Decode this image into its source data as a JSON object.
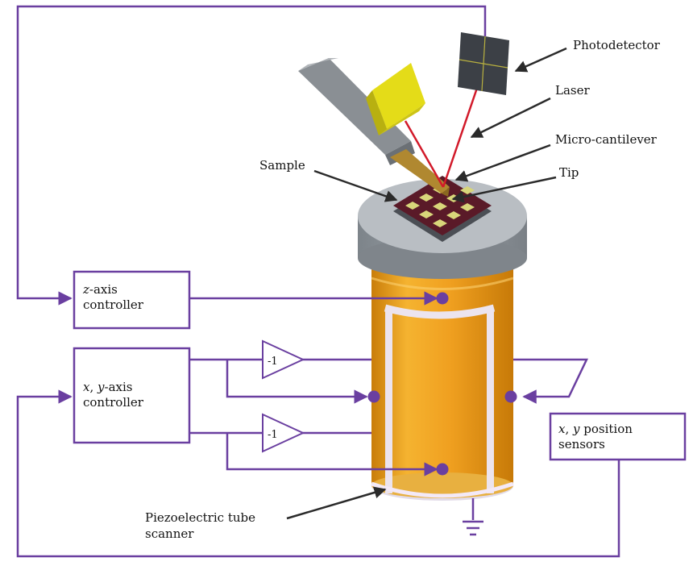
{
  "colors": {
    "wire": "#6a3fa0",
    "pointer": "#2a2a2a",
    "tube_orange": "#f0a020",
    "tube_orange_dark": "#c77a08",
    "stage_gray": "#8e949a",
    "stage_top": "#b6bbc0",
    "laser": "#d21a2a",
    "holder_yellow": "#e8e020",
    "cantilever": "#b08830",
    "sample_dark": "#5a1a28",
    "sample_pad": "#d8d67a"
  },
  "labels": {
    "photodetector": "Photodetector",
    "laser": "Laser",
    "micro_cantilever": "Micro-cantilever",
    "tip": "Tip",
    "sample": "Sample",
    "piezo_line1": "Piezoelectric tube",
    "piezo_line2": "scanner"
  },
  "boxes": {
    "z_controller": {
      "var": "z",
      "line1_rest": "-axis",
      "line2": "controller"
    },
    "xy_controller": {
      "var1": "x",
      "sep": ", ",
      "var2": "y",
      "line1_rest": "-axis",
      "line2": "controller"
    },
    "position_sensors": {
      "var1": "x",
      "sep": ", ",
      "var2": "y",
      "line1_rest": " position",
      "line2": "sensors"
    }
  },
  "amplifiers": {
    "upper_gain": "-1",
    "lower_gain": "-1"
  }
}
